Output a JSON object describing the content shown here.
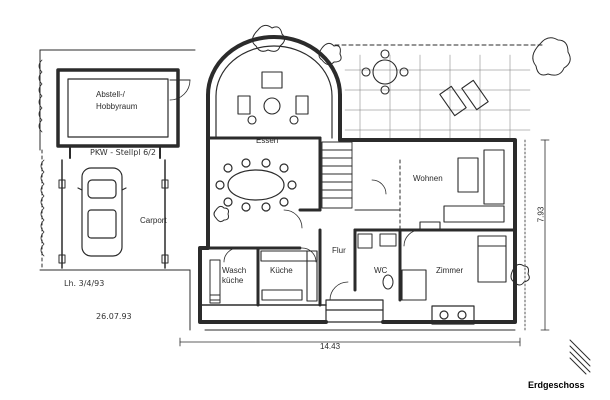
{
  "rooms": {
    "abstell_line1": "Abstell-/",
    "abstell_line2": "Hobbyraum",
    "essen": "Essen",
    "wohnen": "Wohnen",
    "wasch_line1": "Wasch",
    "wasch_line2": "küche",
    "kueche": "Küche",
    "flur": "Flur",
    "wc": "WC",
    "zimmer": "Zimmer",
    "carport": "Carport"
  },
  "annotations": {
    "note_top": "PKW - Stellpl 6/2",
    "note_left": "Lh. 3/4/93",
    "date": "26.07.93",
    "width_dim": "14.43",
    "height_dim": "7.93"
  },
  "caption": "Erdgeschoss"
}
